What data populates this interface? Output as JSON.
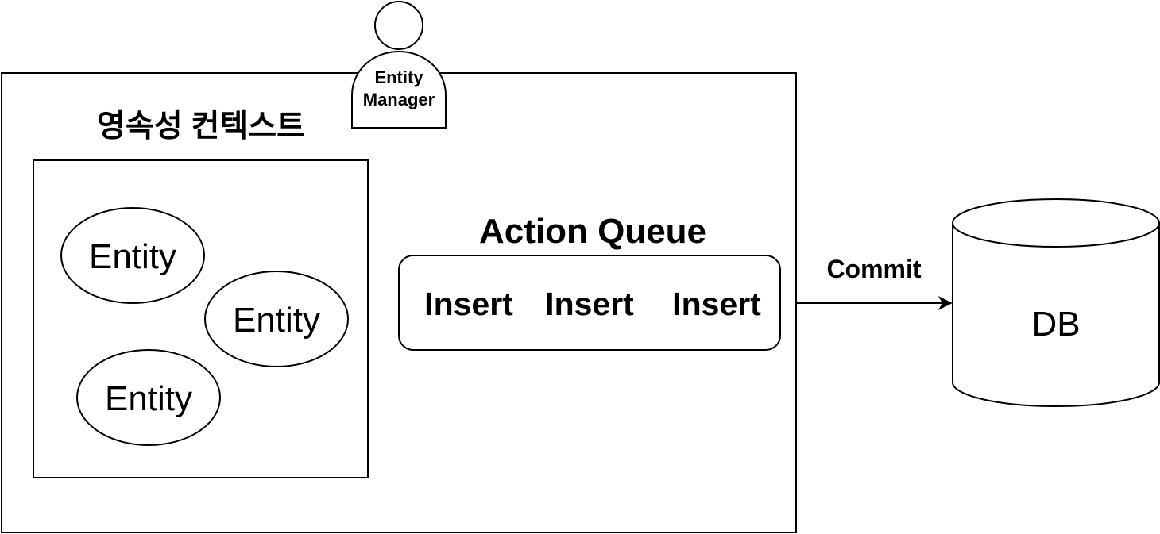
{
  "persistence_context": {
    "title": "영속성 컨텍스트",
    "entities": [
      {
        "label": "Entity"
      },
      {
        "label": "Entity"
      },
      {
        "label": "Entity"
      }
    ]
  },
  "entity_manager": {
    "line1": "Entity",
    "line2": "Manager"
  },
  "action_queue": {
    "title": "Action Queue",
    "items": [
      {
        "label": "Insert"
      },
      {
        "label": "Insert"
      },
      {
        "label": "Insert"
      }
    ]
  },
  "commit_arrow": {
    "label": "Commit"
  },
  "database": {
    "label": "DB"
  },
  "colors": {
    "stroke": "#000000",
    "fill": "#ffffff"
  }
}
